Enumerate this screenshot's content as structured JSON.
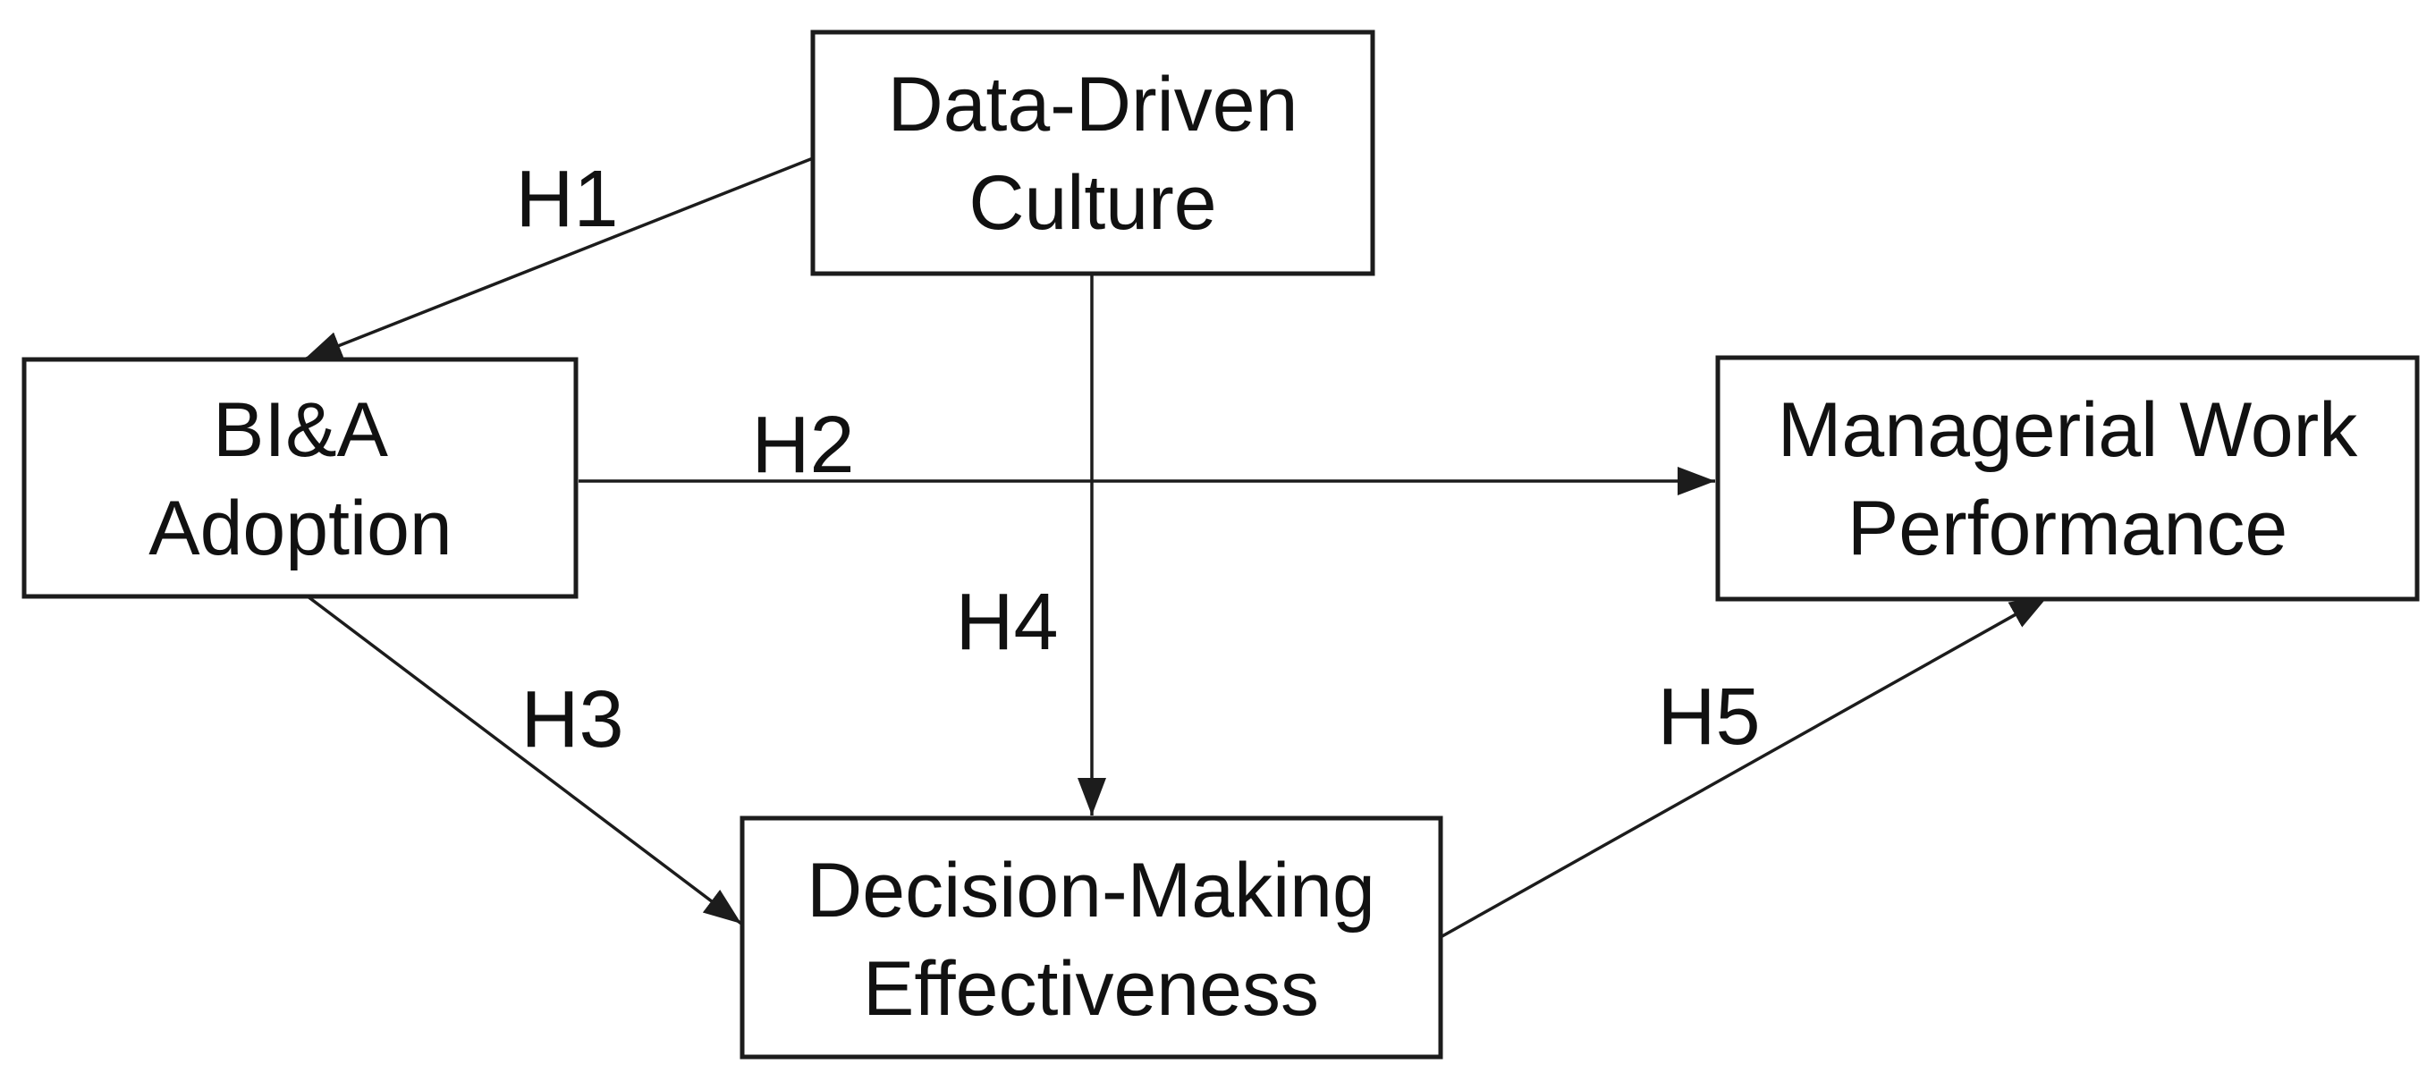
{
  "figure": {
    "background": "#ffffff",
    "line_color": "#1c1c1c",
    "text_color": "#111111",
    "nodes": {
      "data_driven_culture": {
        "line1": "Data-Driven",
        "line2": "Culture"
      },
      "bia_adoption": {
        "line1": "BI&A",
        "line2": "Adoption"
      },
      "managerial_work_performance": {
        "line1": "Managerial Work",
        "line2": "Performance"
      },
      "decision_making_effectiveness": {
        "line1": "Decision-Making",
        "line2": "Effectiveness"
      }
    },
    "hypotheses": {
      "h1": "H1",
      "h2": "H2",
      "h3": "H3",
      "h4": "H4",
      "h5": "H5"
    }
  }
}
